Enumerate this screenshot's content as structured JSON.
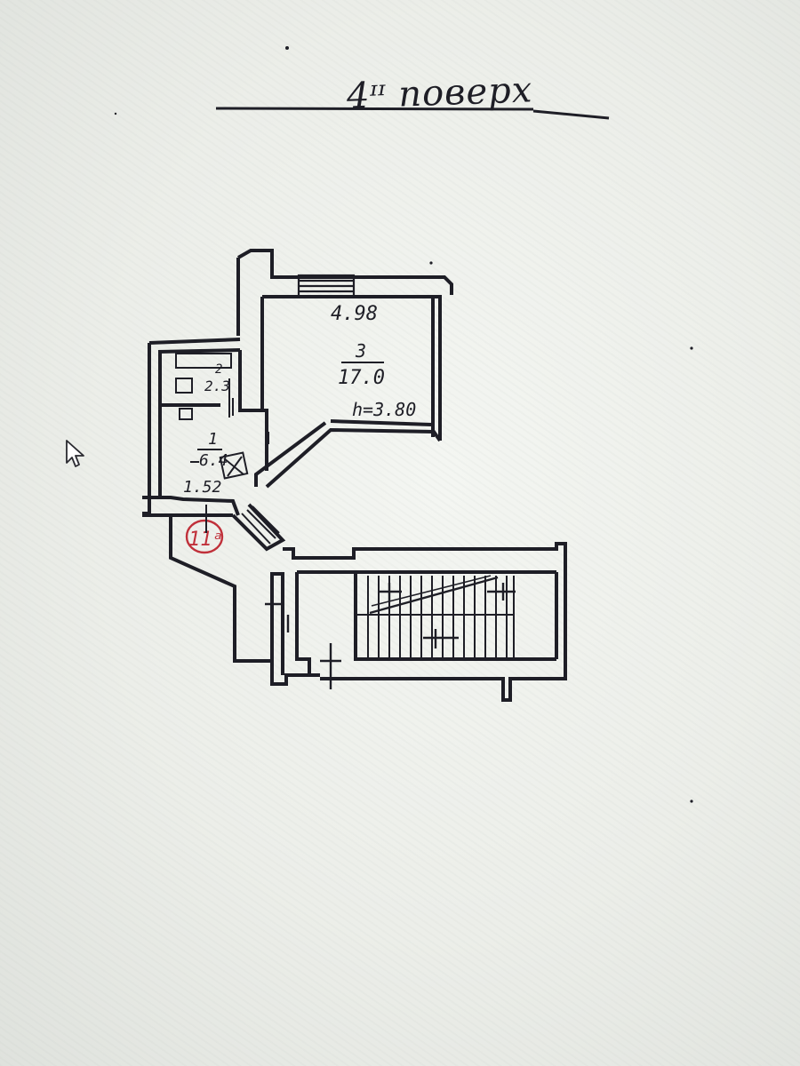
{
  "page": {
    "title": "4ᶦᶦ поверх",
    "background": "#eceee9",
    "ink": "#1e1e26"
  },
  "plan": {
    "rooms": [
      {
        "number": "3",
        "area": "17.0",
        "width": "4.98",
        "height": "h=3.80"
      },
      {
        "number": "1",
        "area": "6.4",
        "width": "1.52"
      },
      {
        "number": "2",
        "area": "2.3"
      }
    ],
    "apartment_mark": "11ᵃ"
  },
  "cursor": {
    "icon": "mouse-pointer-icon"
  }
}
